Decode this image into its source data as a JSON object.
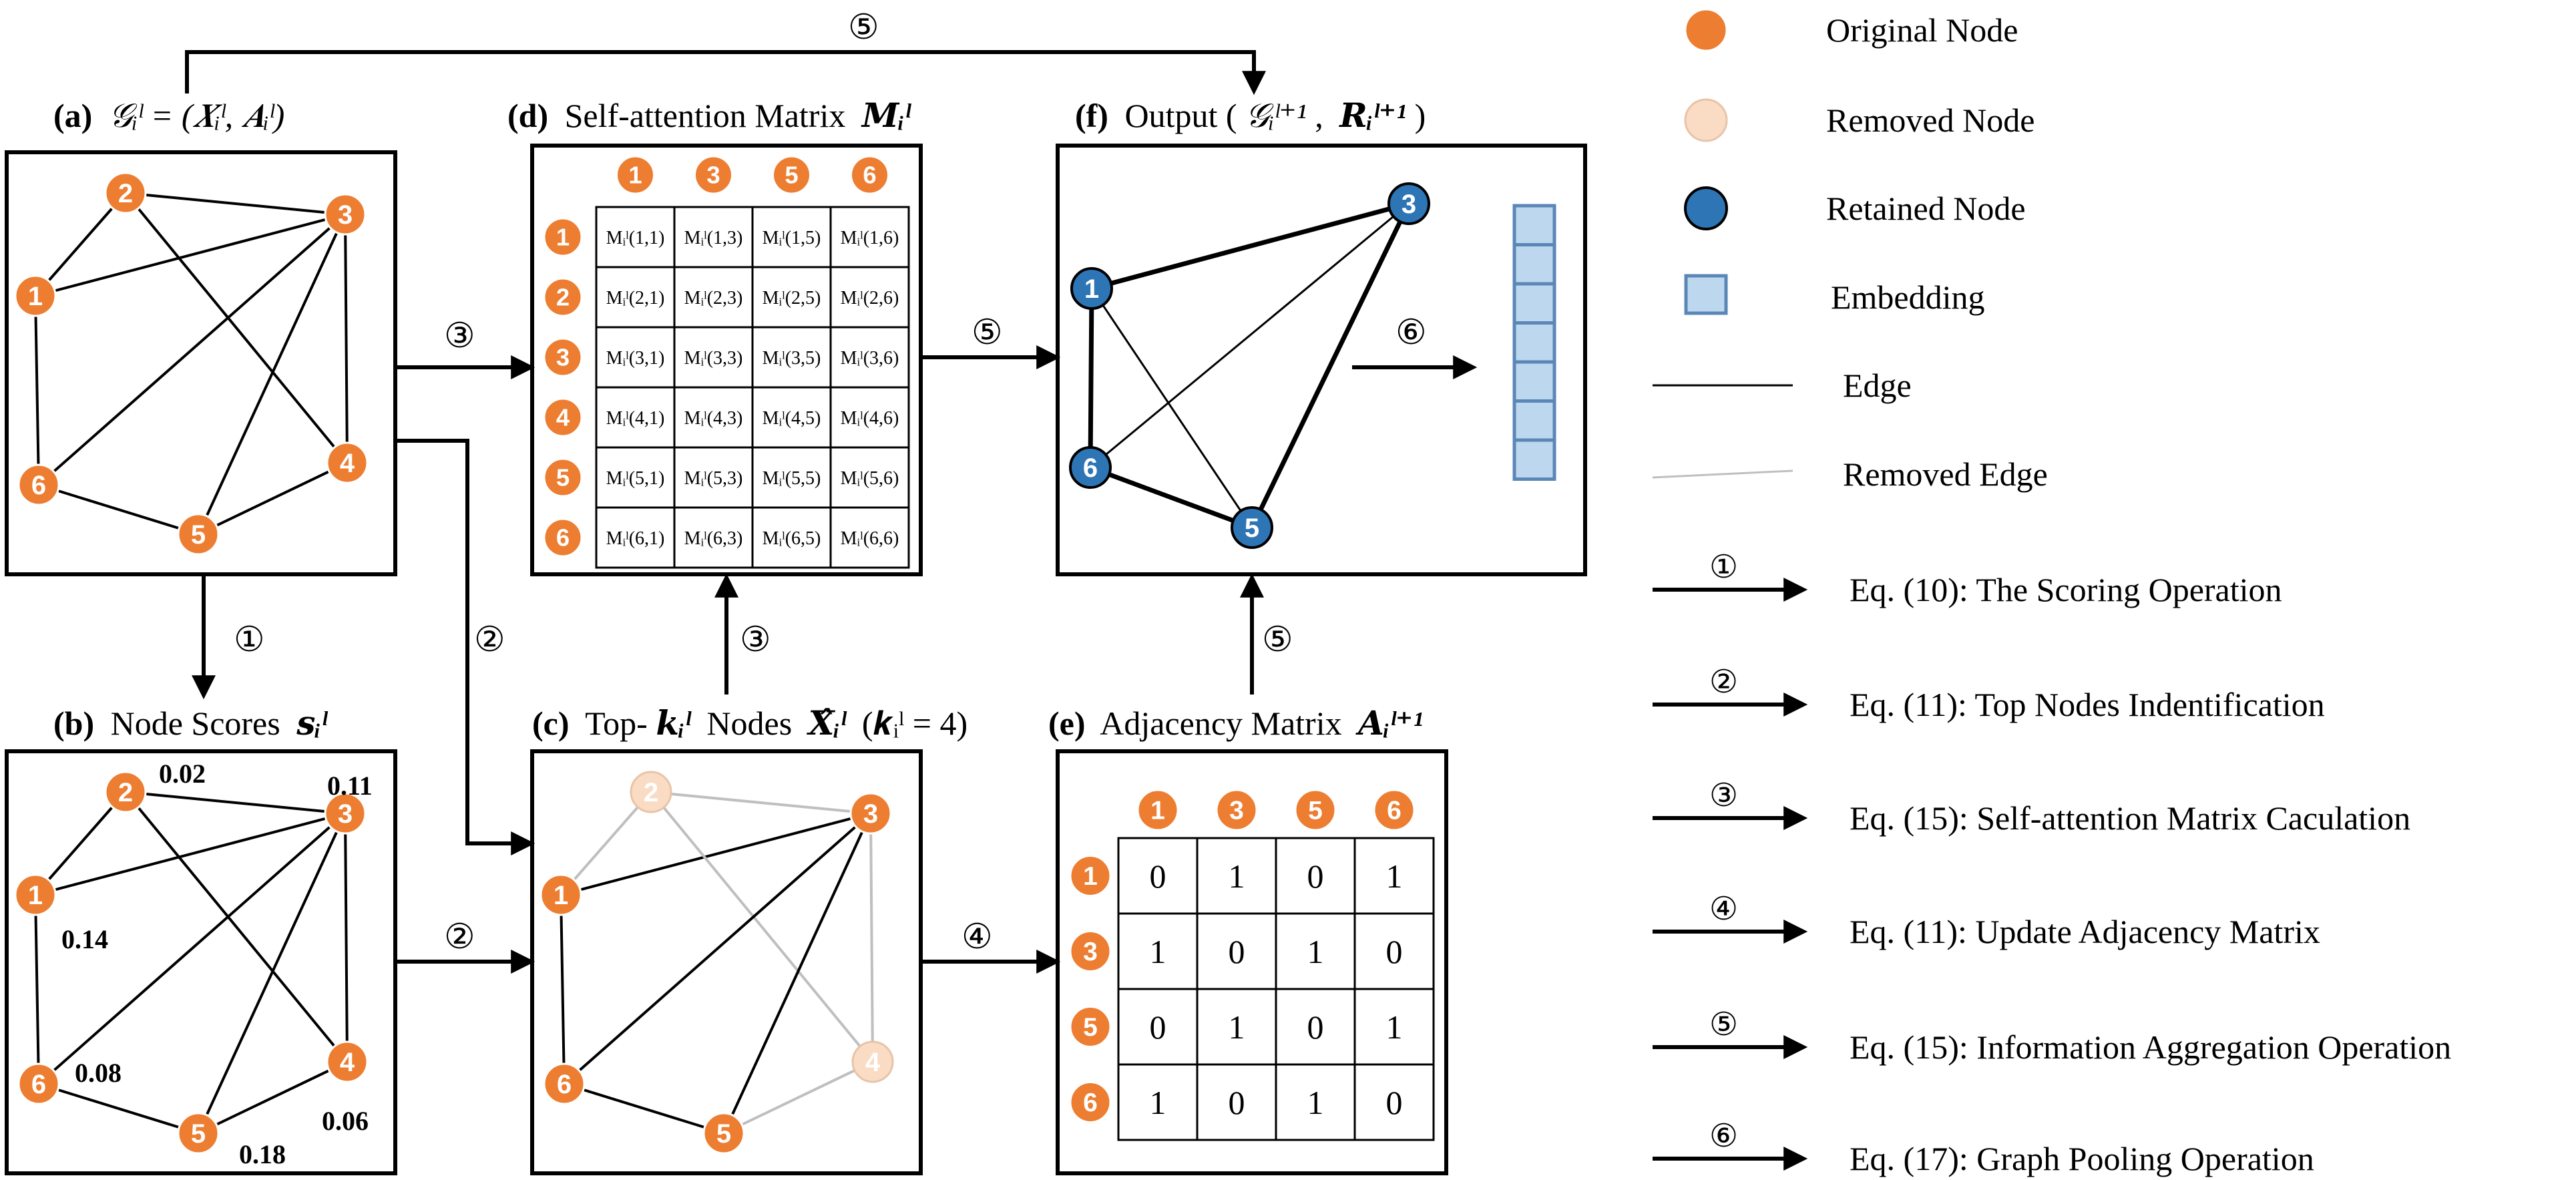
{
  "colors": {
    "original": "#ED7D31",
    "original_stroke": "#ffffff",
    "removed": "#FADBC4",
    "removed_stroke": "#E8C4A8",
    "retained": "#2E75B6",
    "embedding_fill": "#BDD7EE",
    "embedding_stroke": "#5B87B7",
    "edge": "#000000",
    "removed_edge": "#BFBFBF"
  },
  "panels": {
    "a": {
      "tag": "(a)",
      "formula": "𝒢ᵢˡ = (𝑿ᵢˡ, 𝑨ᵢˡ)"
    },
    "b": {
      "tag": "(b)",
      "text": "Node Scores",
      "symbol": "𝒔ᵢˡ",
      "scores": {
        "1": "0.14",
        "2": "0.02",
        "3": "0.11",
        "4": "0.06",
        "5": "0.18",
        "6": "0.08"
      }
    },
    "c": {
      "tag": "(c)",
      "text_pre": "Top-",
      "sym_k": "𝒌ᵢˡ",
      "text_mid": "Nodes",
      "sym_x": "𝑿̂ᵢˡ",
      "cond": "(𝒌ᵢˡ = 4)"
    },
    "d": {
      "tag": "(d)",
      "text": "Self-attention Matrix",
      "symbol": "𝑴ᵢˡ",
      "cols": [
        "1",
        "3",
        "5",
        "6"
      ],
      "rows": [
        "1",
        "2",
        "3",
        "4",
        "5",
        "6"
      ],
      "cells": [
        [
          "Mᵢˡ(1,1)",
          "Mᵢˡ(1,3)",
          "Mᵢˡ(1,5)",
          "Mᵢˡ(1,6)"
        ],
        [
          "Mᵢˡ(2,1)",
          "Mᵢˡ(2,3)",
          "Mᵢˡ(2,5)",
          "Mᵢˡ(2,6)"
        ],
        [
          "Mᵢˡ(3,1)",
          "Mᵢˡ(3,3)",
          "Mᵢˡ(3,5)",
          "Mᵢˡ(3,6)"
        ],
        [
          "Mᵢˡ(4,1)",
          "Mᵢˡ(4,3)",
          "Mᵢˡ(4,5)",
          "Mᵢˡ(4,6)"
        ],
        [
          "Mᵢˡ(5,1)",
          "Mᵢˡ(5,3)",
          "Mᵢˡ(5,5)",
          "Mᵢˡ(5,6)"
        ],
        [
          "Mᵢˡ(6,1)",
          "Mᵢˡ(6,3)",
          "Mᵢˡ(6,5)",
          "Mᵢˡ(6,6)"
        ]
      ]
    },
    "e": {
      "tag": "(e)",
      "text": "Adjacency Matrix",
      "symbol": "𝑨ᵢˡ⁺¹",
      "cols": [
        "1",
        "3",
        "5",
        "6"
      ],
      "rows": [
        "1",
        "3",
        "5",
        "6"
      ],
      "cells": [
        [
          "0",
          "1",
          "0",
          "1"
        ],
        [
          "1",
          "0",
          "1",
          "0"
        ],
        [
          "0",
          "1",
          "0",
          "1"
        ],
        [
          "1",
          "0",
          "1",
          "0"
        ]
      ]
    },
    "f": {
      "tag": "(f)",
      "text": "Output (",
      "sym_g": "𝒢ᵢˡ⁺¹",
      "sep": ",",
      "sym_r": "𝑹ᵢˡ⁺¹",
      "close": ")"
    }
  },
  "node_labels": {
    "1": "1",
    "2": "2",
    "3": "3",
    "4": "4",
    "5": "5",
    "6": "6"
  },
  "steps": {
    "1": "①",
    "2": "②",
    "3": "③",
    "4": "④",
    "5": "⑤",
    "6": "⑥"
  },
  "legend": {
    "original_node": "Original Node",
    "removed_node": "Removed Node",
    "retained_node": "Retained Node",
    "embedding": "Embedding",
    "edge": "Edge",
    "removed_edge": "Removed Edge",
    "operations": [
      {
        "step": "①",
        "label": "Eq. (10): The Scoring Operation"
      },
      {
        "step": "②",
        "label": "Eq. (11): Top Nodes Indentification"
      },
      {
        "step": "③",
        "label": "Eq. (15): Self-attention Matrix Caculation"
      },
      {
        "step": "④",
        "label": "Eq. (11): Update Adjacency Matrix"
      },
      {
        "step": "⑤",
        "label": "Eq. (15): Information Aggregation Operation"
      },
      {
        "step": "⑥",
        "label": "Eq. (17): Graph Pooling Operation"
      }
    ]
  }
}
